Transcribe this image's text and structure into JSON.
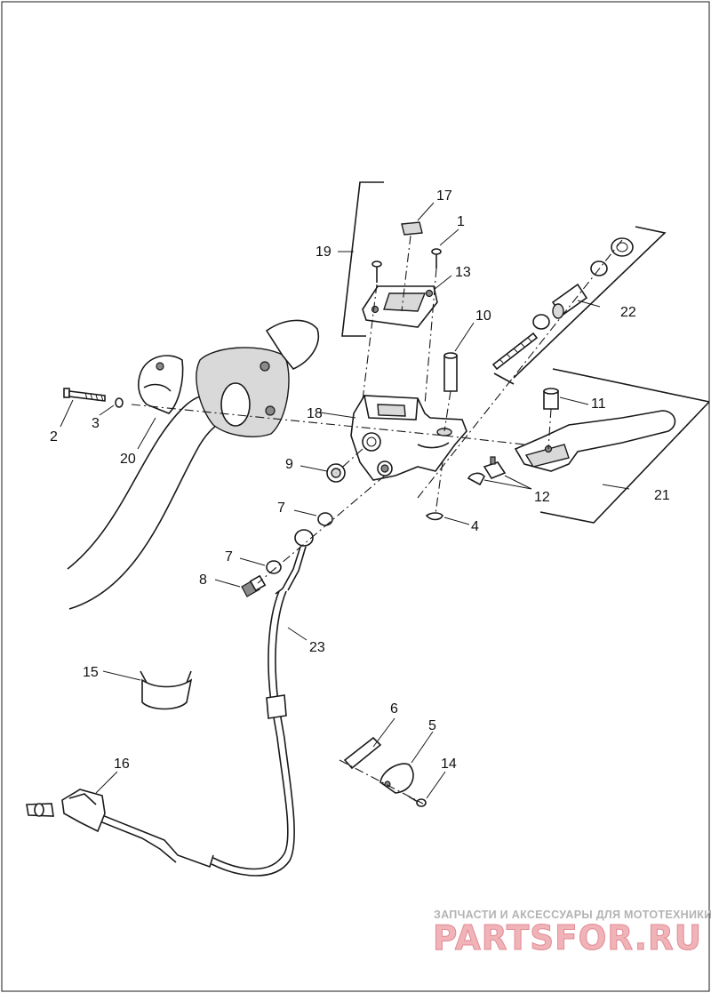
{
  "callouts": {
    "c1": "1",
    "c2": "2",
    "c3": "3",
    "c4": "4",
    "c5": "5",
    "c6": "6",
    "c7a": "7",
    "c7b": "7",
    "c8": "8",
    "c9": "9",
    "c10": "10",
    "c11": "11",
    "c12": "12",
    "c13": "13",
    "c14": "14",
    "c15": "15",
    "c16": "16",
    "c17": "17",
    "c18": "18",
    "c19": "19",
    "c20": "20",
    "c21": "21",
    "c22": "22",
    "c23": "23"
  },
  "watermark": {
    "tagline": "ЗАПЧАСТИ И АКСЕССУАРЫ ДЛЯ МОТОТЕХНИКИ",
    "logo": "PARTSFOR.RU",
    "logo_colors": {
      "fill": "#f0b3b8",
      "stroke": "#e08a92"
    }
  }
}
